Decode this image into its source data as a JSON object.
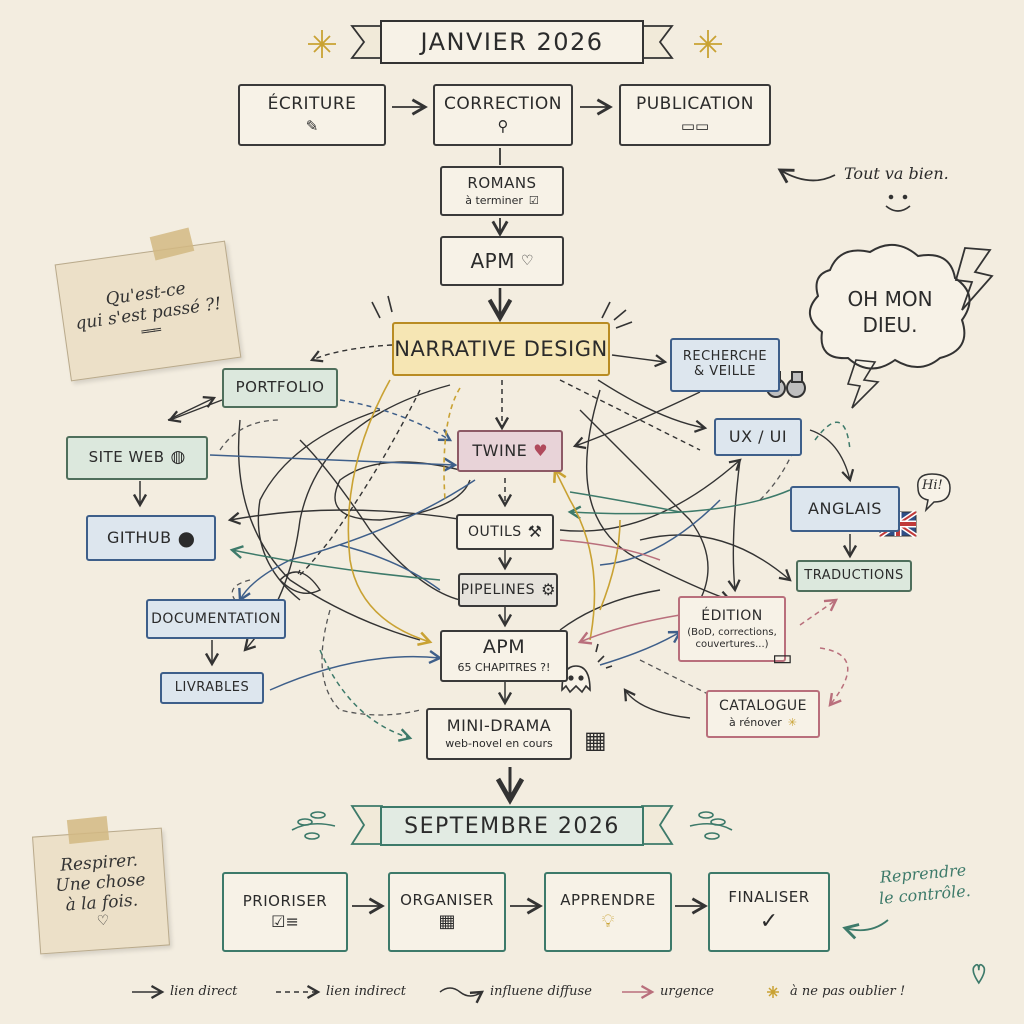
{
  "header": {
    "title": "JANVIER 2026"
  },
  "top": {
    "ecriture": {
      "label": "ÉCRITURE",
      "icon": "pen-icon"
    },
    "correction": {
      "label": "CORRECTION",
      "icon": "magnifier-icon"
    },
    "publication": {
      "label": "PUBLICATION",
      "icon": "book-icon"
    }
  },
  "romans": {
    "label": "ROMANS",
    "sub": "à terminer"
  },
  "apm_top": {
    "label": "APM"
  },
  "narrative": {
    "label": "NARRATIVE DESIGN"
  },
  "portfolio": {
    "label": "PORTFOLIO"
  },
  "siteweb": {
    "label": "SITE WEB"
  },
  "github": {
    "label": "GITHUB"
  },
  "documentation": {
    "label": "DOCUMENTATION"
  },
  "livrables": {
    "label": "LIVRABLES"
  },
  "twine": {
    "label": "TWINE"
  },
  "outils": {
    "label": "OUTILS"
  },
  "pipelines": {
    "label": "PIPELINES"
  },
  "apm_mid": {
    "label": "APM",
    "sub": "65 CHAPITRES ?!"
  },
  "minidrama": {
    "label": "MINI-DRAMA",
    "sub": "web-novel en cours"
  },
  "recherche": {
    "label_1": "RECHERCHE",
    "label_2": "& VEILLE"
  },
  "uxui": {
    "label": "UX / UI"
  },
  "anglais": {
    "label": "ANGLAIS",
    "bubble": "Hi!"
  },
  "traductions": {
    "label": "TRADUCTIONS"
  },
  "edition": {
    "label": "ÉDITION",
    "sub_1": "(BoD, corrections,",
    "sub_2": "couvertures...)"
  },
  "catalogue": {
    "label": "CATALOGUE",
    "sub": "à rénover"
  },
  "notes": {
    "quest_1": "Qu'est-ce",
    "quest_2": "qui s'est passé ?!",
    "tout_va_bien": "Tout va bien.",
    "oh_mon_1": "OH MON",
    "oh_mon_2": "DIEU.",
    "respirer_1": "Respirer.",
    "respirer_2": "Une chose",
    "respirer_3": "à la fois.",
    "reprendre_1": "Reprendre",
    "reprendre_2": "le contrôle."
  },
  "footer": {
    "title": "SEPTEMBRE 2026",
    "prioriser": "PRIORISER",
    "organiser": "ORGANISER",
    "apprendre": "APPRENDRE",
    "finaliser": "FINALISER"
  },
  "legend": {
    "direct": "lien direct",
    "indirect": "lien indirect",
    "diffuse": "influene diffuse",
    "urgence": "urgence",
    "oublier": "à ne pas oublier !"
  },
  "colors": {
    "ink": "#333333",
    "gold": "#c9a233",
    "blue": "#3e5f8a",
    "teal": "#3d7a6a",
    "rose": "#b96f7c",
    "twine_fill": "#e8d3d8",
    "ux_fill": "#dde6ee",
    "green_fill": "#dce8dd",
    "narrative_fill": "#f6e6b4"
  }
}
